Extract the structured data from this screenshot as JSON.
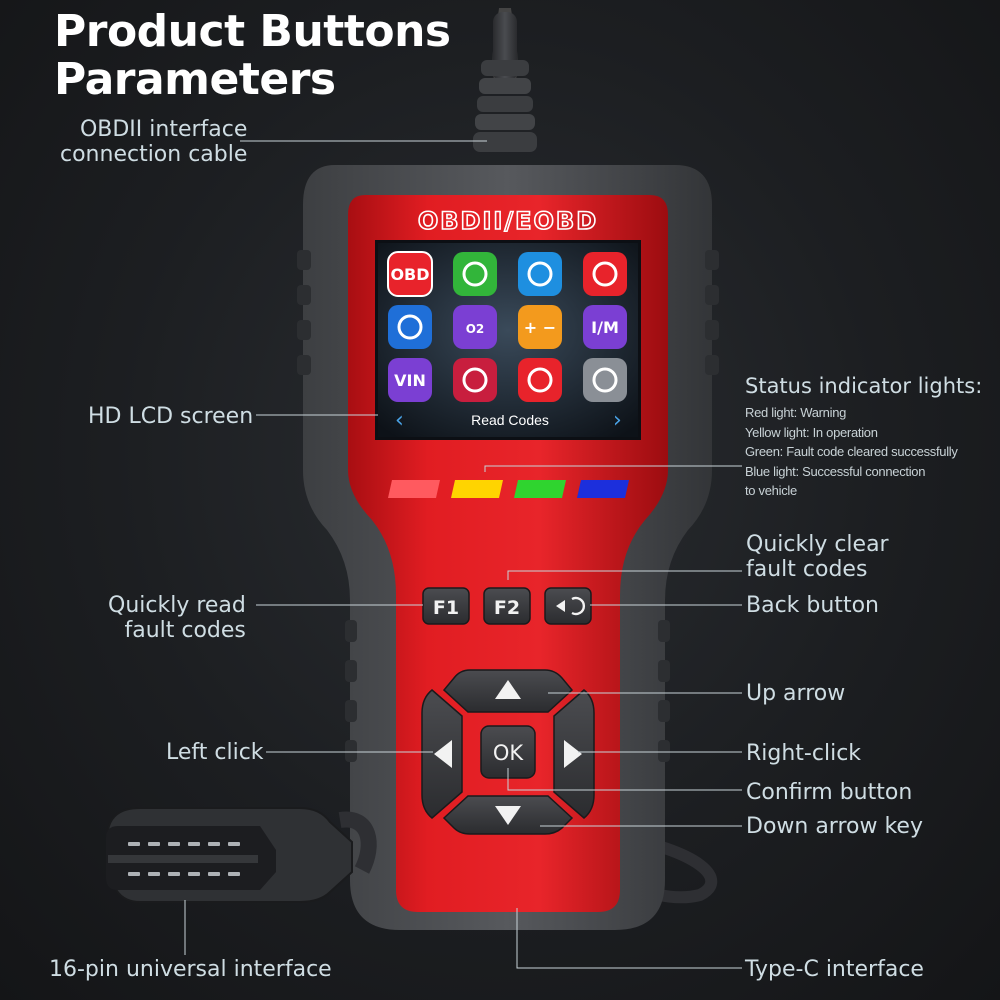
{
  "title": {
    "line1": "Product Buttons",
    "line2": "Parameters"
  },
  "device": {
    "brand": "OBDII/EOBD",
    "screen": {
      "caption": "Read Codes",
      "icons": [
        {
          "name": "obd-engine-icon",
          "text": "OBD",
          "color": "#e8232b"
        },
        {
          "name": "clear-brush-icon",
          "text": "",
          "color": "#32b53a"
        },
        {
          "name": "live-data-icon",
          "text": "",
          "color": "#1e8fe0"
        },
        {
          "name": "freeze-frame-icon",
          "text": "",
          "color": "#e8232b"
        },
        {
          "name": "car-search-icon",
          "text": "",
          "color": "#1f6fd8"
        },
        {
          "name": "o2-sensor-icon",
          "text": "O2",
          "color": "#7b3fd3"
        },
        {
          "name": "battery-icon",
          "text": "+ −",
          "color": "#f39a1d"
        },
        {
          "name": "im-readiness-icon",
          "text": "I/M",
          "color": "#7b3fd3"
        },
        {
          "name": "vin-icon",
          "text": "VIN",
          "color": "#7b3fd3"
        },
        {
          "name": "engine-check-icon",
          "text": "",
          "color": "#c81e3e"
        },
        {
          "name": "racing-flags-icon",
          "text": "",
          "color": "#e8232b"
        },
        {
          "name": "settings-gear-icon",
          "text": "",
          "color": "#8a8f96"
        }
      ]
    },
    "buttons": {
      "f1": "F1",
      "f2": "F2",
      "ok": "OK"
    },
    "lights": [
      "#ff5a5f",
      "#ffd400",
      "#2fd42f",
      "#1c2fdc"
    ]
  },
  "labels": {
    "cable": {
      "line1": "OBDII interface",
      "line2": "connection cable"
    },
    "screen": "HD LCD screen",
    "status_title": "Status indicator lights:",
    "status_items": [
      "Red light: Warning",
      "Yellow light: In operation",
      "Green: Fault code cleared successfully",
      "Blue light: Successful connection",
      " to vehicle"
    ],
    "clear": {
      "line1": "Quickly clear",
      "line2": "fault codes"
    },
    "read": {
      "line1": "Quickly read",
      "line2": "fault codes"
    },
    "back": "Back button",
    "up": "Up arrow",
    "left": "Left click",
    "right": "Right-click",
    "confirm": "Confirm button",
    "down": "Down arrow key",
    "pin": "16-pin universal interface",
    "typec": "Type-C interface"
  }
}
